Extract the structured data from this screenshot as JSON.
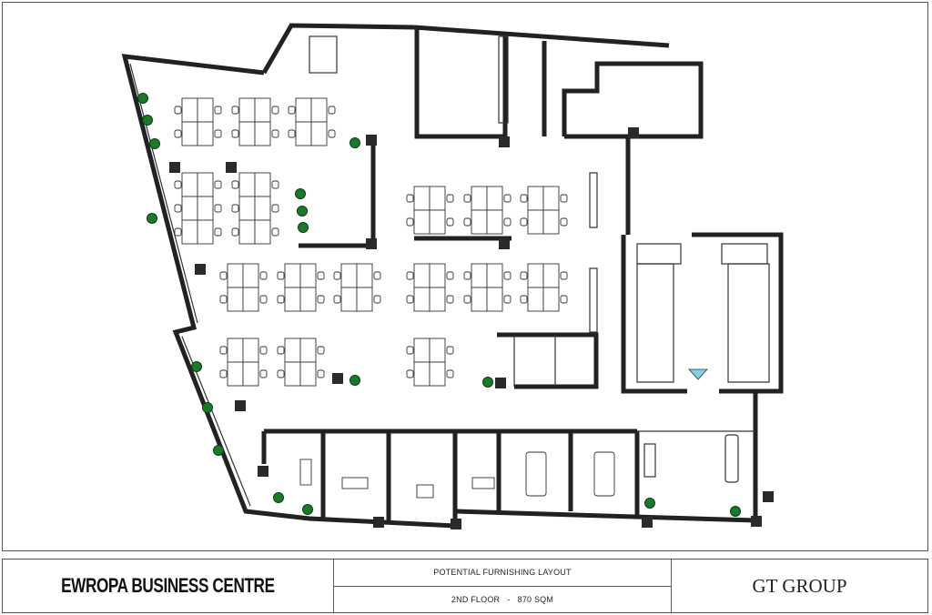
{
  "title_block": {
    "building_name": "EWROPA BUSINESS CENTRE",
    "layout_title": "POTENTIAL FURNISHING LAYOUT",
    "floor_info": "2ND FLOOR   -   870 SQM",
    "company_name": "GT GROUP"
  },
  "colors": {
    "wall": "#222222",
    "plant": "#1b7a2a",
    "elevator_marker": "#7fd3e0"
  }
}
